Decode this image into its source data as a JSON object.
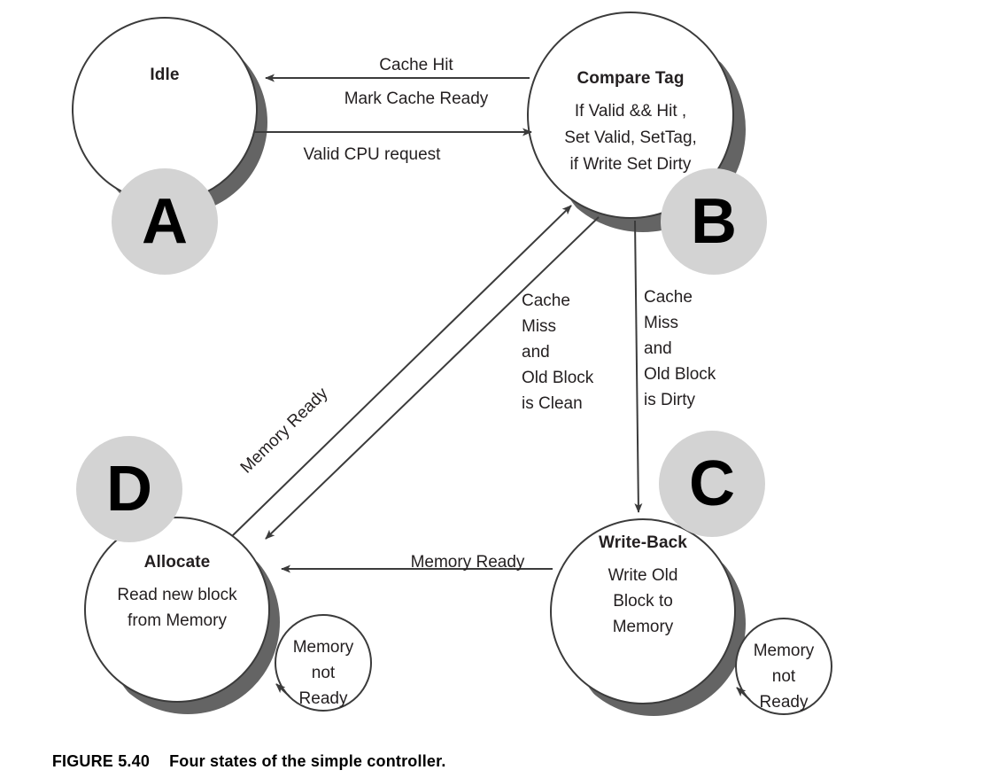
{
  "figure": {
    "caption_label": "FIGURE 5.40",
    "caption_text": "Four states of the simple controller."
  },
  "colors": {
    "stroke": "#3b3b3b",
    "shadow": "#646464",
    "badge_fill": "#d3d3d3",
    "badge_text": "#000000",
    "text": "#231f20",
    "background": "#ffffff"
  },
  "states": {
    "idle": {
      "badge": "A",
      "title": "Idle",
      "lines": []
    },
    "compare_tag": {
      "badge": "B",
      "title": "Compare Tag",
      "lines": [
        "If Valid && Hit ,",
        "Set Valid, SetTag,",
        "if Write Set Dirty"
      ]
    },
    "write_back": {
      "badge": "C",
      "title": "Write-Back",
      "lines": [
        "Write Old",
        "Block to",
        "Memory"
      ]
    },
    "allocate": {
      "badge": "D",
      "title": "Allocate",
      "lines": [
        "Read new block",
        "from Memory"
      ]
    }
  },
  "transitions": {
    "compare_to_idle": {
      "line1": "Cache Hit",
      "line2": "Mark Cache Ready"
    },
    "idle_to_compare": {
      "line1": "Valid CPU request"
    },
    "allocate_to_compare": {
      "line1": "Memory Ready"
    },
    "compare_to_allocate": {
      "lines": [
        "Cache",
        "Miss",
        "and",
        "Old Block",
        "is Clean"
      ]
    },
    "compare_to_writeback": {
      "lines": [
        "Cache",
        "Miss",
        "and",
        "Old Block",
        "is Dirty"
      ]
    },
    "writeback_to_allocate": {
      "line1": "Memory Ready"
    },
    "allocate_self_loop": {
      "lines": [
        "Memory",
        "not",
        "Ready"
      ]
    },
    "writeback_self_loop": {
      "lines": [
        "Memory",
        "not",
        "Ready"
      ]
    }
  }
}
